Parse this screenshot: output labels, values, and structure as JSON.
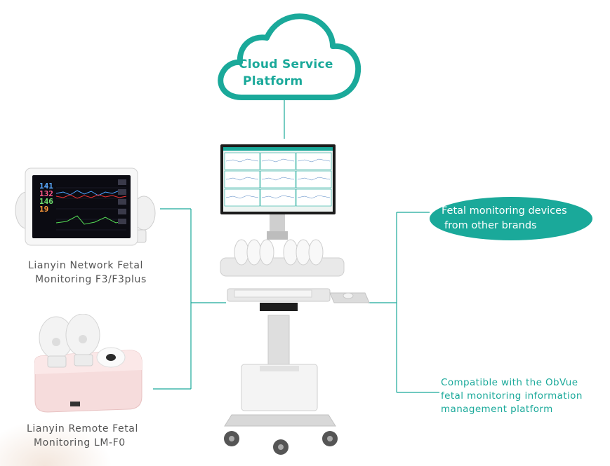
{
  "cloud": {
    "line1": "Cloud Service",
    "line2": "Platform"
  },
  "devices": {
    "network": {
      "line1": "Lianyin Network Fetal",
      "line2": "Monitoring F3/F3plus",
      "screen_values": [
        "141",
        "132",
        "146",
        "19"
      ]
    },
    "remote": {
      "line1": "Lianyin Remote Fetal",
      "line2": "Monitoring LM-F0"
    }
  },
  "right": {
    "pill_line1": "Fetal monitoring devices",
    "pill_line2": "from other brands",
    "compat_line1": "Compatible with the ObVue",
    "compat_line2": "fetal monitoring information",
    "compat_line3": "management platform"
  },
  "colors": {
    "accent": "#1aa99a"
  }
}
